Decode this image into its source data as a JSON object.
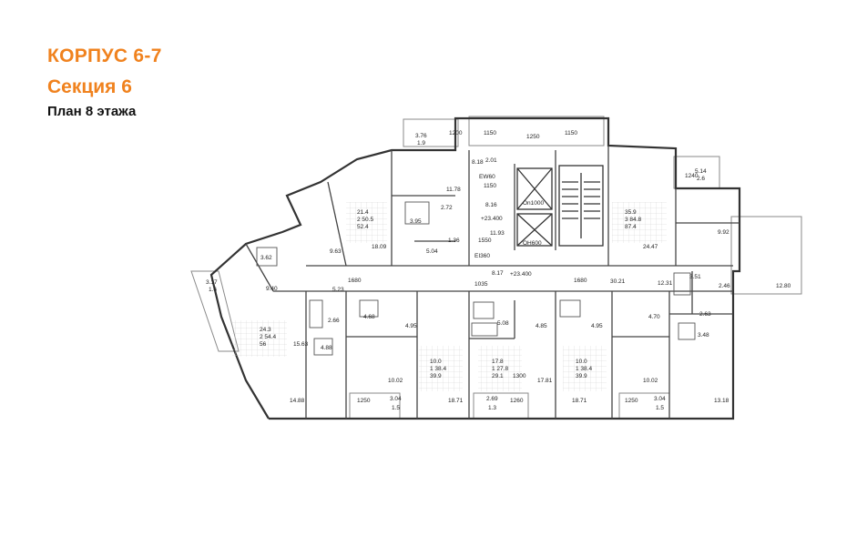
{
  "header": {
    "building": "КОРПУС 6-7",
    "section": "Секция 6",
    "plan": "План 8 этажа"
  },
  "colors": {
    "accent": "#f0821e",
    "wall": "#333333",
    "balcony": "#8a8a8a"
  },
  "plan": {
    "elevations": [
      "+23.400",
      "+23.400"
    ],
    "codes": [
      "8.16",
      "8.17",
      "8.18",
      "EW60",
      "EI360",
      "OH600",
      "On1000"
    ],
    "dimensions": [
      "1150",
      "1150",
      "1150",
      "1250",
      "1200",
      "1240",
      "1680",
      "1680",
      "1035",
      "1250",
      "1250",
      "1300",
      "1260",
      "1550",
      "11.93"
    ],
    "apartments": [
      {
        "lines": [
          "21.4",
          "2  50.5",
          "52.4"
        ]
      },
      {
        "lines": [
          "35.9",
          "3  84.8",
          "87.4"
        ]
      },
      {
        "lines": [
          "24.3",
          "2  54.4",
          "56"
        ]
      },
      {
        "lines": [
          "10.0",
          "1  38.4",
          "39.9"
        ]
      },
      {
        "lines": [
          "17.8",
          "1  27.8",
          "29.1"
        ]
      },
      {
        "lines": [
          "10.0",
          "1  38.4",
          "39.9"
        ]
      }
    ],
    "areas": [
      "3.76",
      "1.9",
      "5.14",
      "2.6",
      "11.78",
      "2.72",
      "3.95",
      "2.01",
      "9.92",
      "24.47",
      "3.62",
      "9.63",
      "18.09",
      "5.04",
      "1.36",
      "3.17",
      "1.6",
      "9.40",
      "5.23",
      "2.66",
      "30.21",
      "12.31",
      "3.51",
      "2.46",
      "12.80",
      "4.68",
      "4.95",
      "5.08",
      "4.85",
      "4.95",
      "4.70",
      "2.63",
      "3.48",
      "15.63",
      "4.88",
      "10.02",
      "17.81",
      "10.02",
      "3.04",
      "1.5",
      "2.69",
      "1.3",
      "3.04",
      "1.5",
      "14.88",
      "18.71",
      "18.71",
      "13.18"
    ]
  }
}
